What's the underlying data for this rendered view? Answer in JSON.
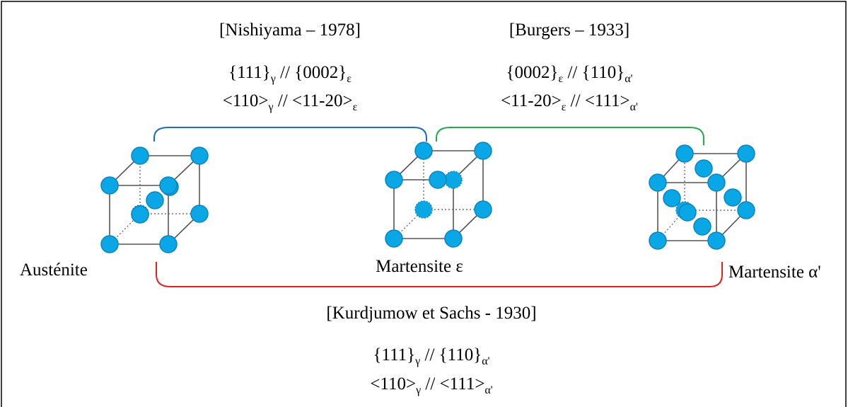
{
  "colors": {
    "atom": "#0aa7e6",
    "atom_stroke": "#0a84c0",
    "bracket_nishiyama": "#1a6fb5",
    "bracket_burgers": "#22a94b",
    "bracket_ks": "#e32020",
    "frame": "#000000"
  },
  "relations": {
    "nishiyama": {
      "title": "[Nishiyama – 1978]",
      "line1": {
        "a": "{111}",
        "a_sub": "γ",
        "sep": " // ",
        "b": "{0002}",
        "b_sub": "ε"
      },
      "line2": {
        "a": "<110>",
        "a_sub": "γ",
        "sep": " // ",
        "b": "<11-20>",
        "b_sub": "ε"
      }
    },
    "burgers": {
      "title": "[Burgers – 1933]",
      "line1": {
        "a": "{0002}",
        "a_sub": "ε",
        "sep": " // ",
        "b": "{110}",
        "b_sub": "α'"
      },
      "line2": {
        "a": "<11-20>",
        "a_sub": "ε",
        "sep": " // ",
        "b": "<111>",
        "b_sub": "α'"
      }
    },
    "kurdjumow_sachs": {
      "title": "[Kurdjumow et Sachs - 1930]",
      "line1": {
        "a": "{111}",
        "a_sub": "γ",
        "sep": " // ",
        "b": "{110}",
        "b_sub": "α'"
      },
      "line2": {
        "a": "<110>",
        "a_sub": "γ",
        "sep": " // ",
        "b": "<111>",
        "b_sub": "α'"
      }
    }
  },
  "phases": {
    "austenite": "Austénite",
    "martensite_epsilon": "Martensite ε",
    "martensite_alpha": "Martensite α'"
  }
}
